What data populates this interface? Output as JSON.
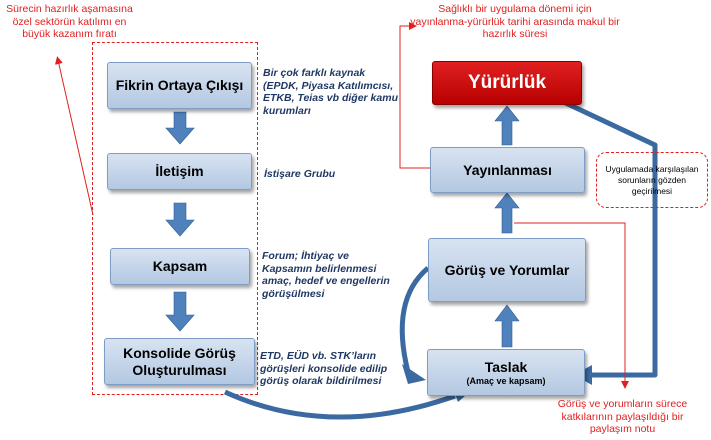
{
  "left_column": {
    "top_note": "Sürecin hazırlık aşamasına özel sektörün katılımı en büyük kazanım fıratı",
    "steps": [
      {
        "label": "Fikrin Ortaya Çıkışı",
        "note": "Bir çok farklı kaynak (EPDK, Piyasa Katılımcısı, ETKB, Teias vb diğer kamu kurumları"
      },
      {
        "label": "İletişim",
        "note": "İstişare Grubu"
      },
      {
        "label": "Kapsam",
        "note": "Forum; İhtiyaç ve Kapsamın belirlenmesi amaç, hedef ve engellerin görüşülmesi"
      },
      {
        "label": "Konsolide Görüş Oluşturulması",
        "note": "ETD, EÜD vb. STK’ların görüşleri konsolide edilip görüş olarak bildirilmesi"
      }
    ]
  },
  "right_column": {
    "top_note": "Sağlıklı bir uygulama dönemi için yayınlanma-yürürlük tarihi arasında makul bir hazırlık süresi",
    "yururluk": "Yürürlük",
    "yayinlanmasi": "Yayınlanması",
    "gorus": "Görüş ve Yorumlar",
    "taslak": "Taslak",
    "taslak_sub": "(Amaç ve kapsam)",
    "review_note": "Uygulamada karşılaşılan sorunların gözden geçirilmesi",
    "bottom_note": "Görüş ve yorumların sürece katkılarının paylaşıldığı bir paylaşım notu"
  },
  "colors": {
    "box_fill": "#c6d5ea",
    "arrow_blue": "#4f81bd",
    "red": "#e02020",
    "yururluk_fill": "#c00000"
  }
}
